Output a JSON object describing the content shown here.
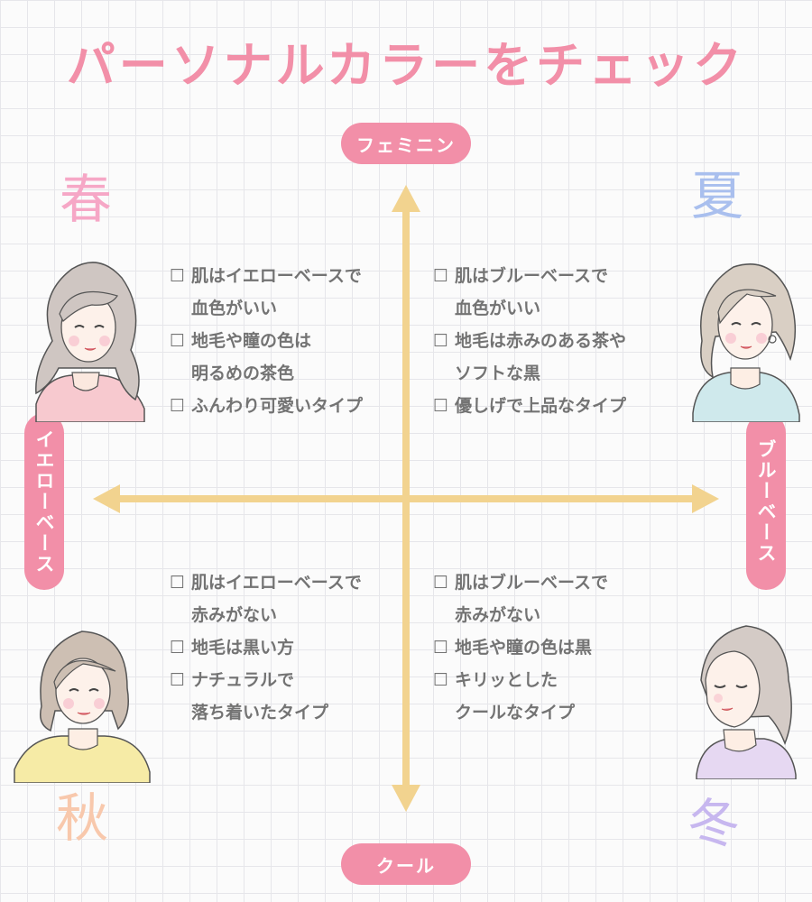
{
  "title": "パーソナルカラーをチェック",
  "axes": {
    "top": "フェミニン",
    "bottom": "クール",
    "left": "イエローベース",
    "right": "ブルーベース"
  },
  "seasons": {
    "spring": "春",
    "summer": "夏",
    "autumn": "秋",
    "winter": "冬"
  },
  "checkbox_glyph": "☐",
  "lists": {
    "spring": [
      [
        "肌はイエローベースで",
        "血色がいい"
      ],
      [
        "地毛や瞳の色は",
        "明るめの茶色"
      ],
      [
        "ふんわり可愛いタイプ"
      ]
    ],
    "summer": [
      [
        "肌はブルーベースで",
        "血色がいい"
      ],
      [
        "地毛は赤みのある茶や",
        "ソフトな黒"
      ],
      [
        "優しげで上品なタイプ"
      ]
    ],
    "autumn": [
      [
        "肌はイエローベースで",
        "赤みがない"
      ],
      [
        "地毛は黒い方"
      ],
      [
        "ナチュラルで",
        "落ち着いたタイプ"
      ]
    ],
    "winter": [
      [
        "肌はブルーベースで",
        "赤みがない"
      ],
      [
        "地毛や瞳の色は黒"
      ],
      [
        "キリッとした",
        "クールなタイプ"
      ]
    ]
  },
  "colors": {
    "pink_accent": "#f28fa8",
    "arrow": "#f2d38f",
    "text": "#737373",
    "spring": "#f6a7c6",
    "summer": "#a9bfee",
    "autumn": "#f8c8ac",
    "winter": "#c7b7ef"
  }
}
